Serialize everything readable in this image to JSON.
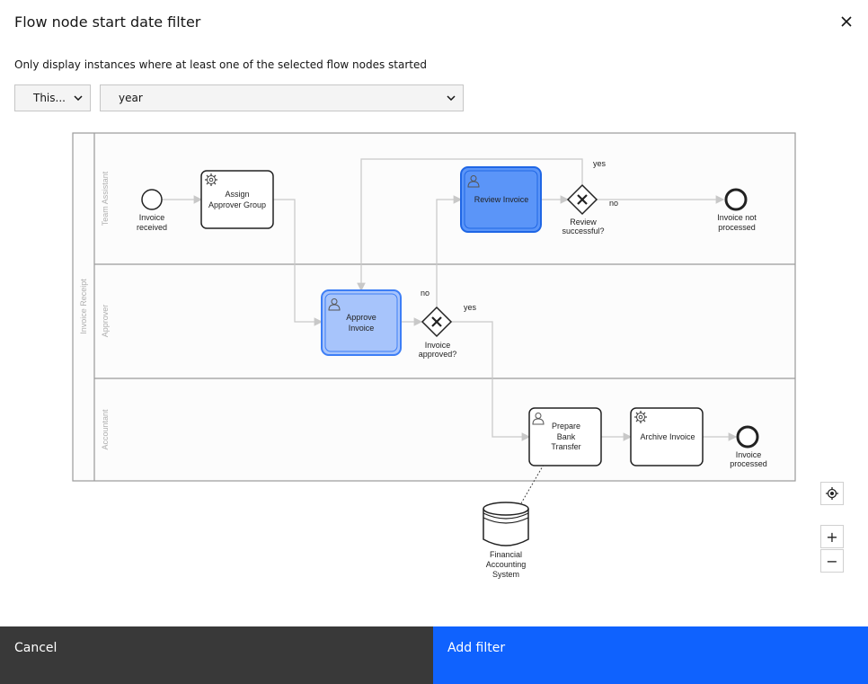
{
  "modal": {
    "title": "Flow node start date filter",
    "description": "Only display instances where at least one of the selected flow nodes started"
  },
  "filter": {
    "mode_select": "This...",
    "unit_select": "year"
  },
  "diagram": {
    "pool_label": "Invoice Receipt",
    "lanes": [
      "Team Assistant",
      "Approver",
      "Accountant"
    ],
    "nodes": {
      "start_event": "Invoice received",
      "assign_task": [
        "Assign",
        "Approver Group"
      ],
      "approve_task": [
        "Approve",
        "Invoice"
      ],
      "review_task": "Review Invoice",
      "gateway_review": [
        "Review",
        "successful?"
      ],
      "gateway_approved": [
        "Invoice",
        "approved?"
      ],
      "end_not_processed": [
        "Invoice not",
        "processed"
      ],
      "prepare_task": [
        "Prepare",
        "Bank",
        "Transfer"
      ],
      "archive_task": "Archive Invoice",
      "end_processed": [
        "Invoice",
        "processed"
      ],
      "datastore": [
        "Financial",
        "Accounting",
        "System"
      ]
    },
    "flow_labels": {
      "review_yes": "yes",
      "review_no": "no",
      "approved_no": "no",
      "approved_yes": "yes"
    },
    "selected_color": "#3d7ef6",
    "selected_fill": "#a7c4fb"
  },
  "controls": {
    "zoom_in": "+",
    "zoom_out": "−"
  },
  "footer": {
    "cancel": "Cancel",
    "add_filter": "Add filter"
  }
}
